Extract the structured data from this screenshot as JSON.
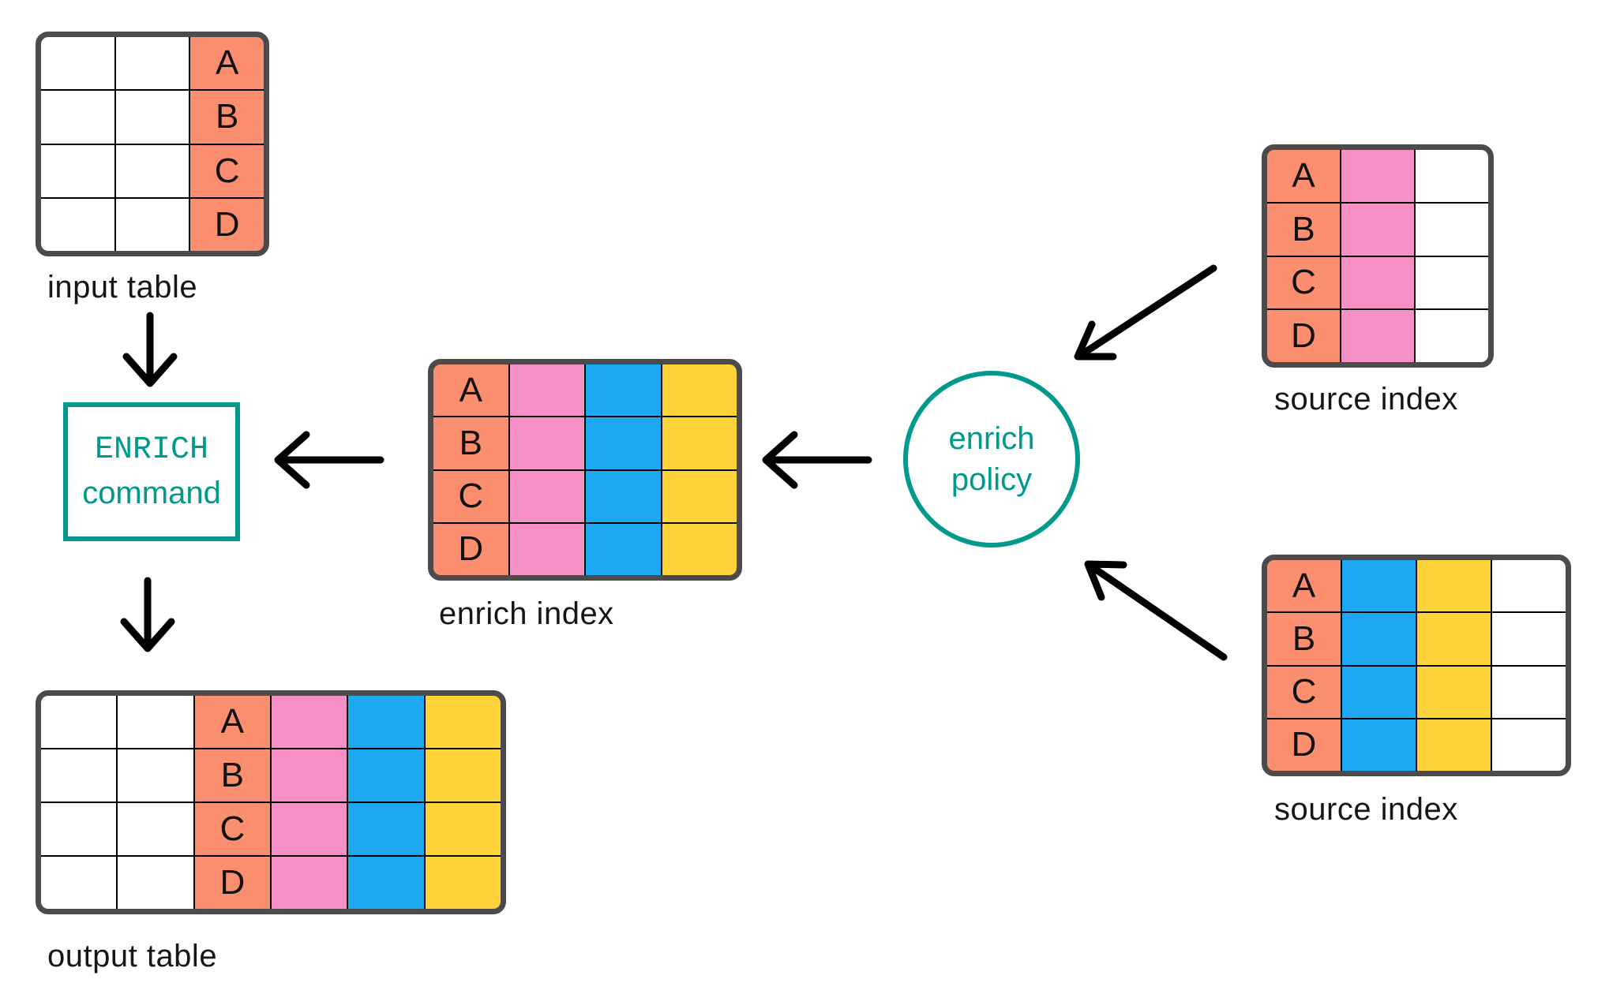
{
  "letters": [
    "A",
    "B",
    "C",
    "D"
  ],
  "tables": {
    "input_table": {
      "label": "input table",
      "rows": 4,
      "columns": [
        "empty",
        "empty",
        "key-salmon"
      ],
      "key_values": [
        "A",
        "B",
        "C",
        "D"
      ]
    },
    "enrich_index": {
      "label": "enrich index",
      "rows": 4,
      "columns": [
        "key-salmon",
        "pink",
        "blue",
        "yellow"
      ],
      "key_values": [
        "A",
        "B",
        "C",
        "D"
      ]
    },
    "source_index_top": {
      "label": "source index",
      "rows": 4,
      "columns": [
        "key-salmon",
        "pink",
        "empty"
      ],
      "key_values": [
        "A",
        "B",
        "C",
        "D"
      ]
    },
    "source_index_bottom": {
      "label": "source index",
      "rows": 4,
      "columns": [
        "key-salmon",
        "blue",
        "yellow",
        "empty"
      ],
      "key_values": [
        "A",
        "B",
        "C",
        "D"
      ]
    },
    "output_table": {
      "label": "output table",
      "rows": 4,
      "columns": [
        "empty",
        "empty",
        "key-salmon",
        "pink",
        "blue",
        "yellow"
      ],
      "key_values": [
        "A",
        "B",
        "C",
        "D"
      ]
    }
  },
  "nodes": {
    "enrich_command": {
      "line1": "ENRICH",
      "line2": "command"
    },
    "enrich_policy": {
      "line1": "enrich",
      "line2": "policy"
    }
  },
  "arrows": [
    {
      "name": "input-table-to-enrich-command",
      "direction": "down"
    },
    {
      "name": "enrich-index-to-enrich-command",
      "direction": "left"
    },
    {
      "name": "enrich-command-to-output-table",
      "direction": "down"
    },
    {
      "name": "enrich-policy-to-enrich-index",
      "direction": "left"
    },
    {
      "name": "source-index-top-to-enrich-policy",
      "direction": "down-left"
    },
    {
      "name": "source-index-bottom-to-enrich-policy",
      "direction": "up-left"
    }
  ],
  "colors": {
    "salmon": "#fb8e6e",
    "pink": "#f78fc7",
    "blue": "#1ca9f2",
    "yellow": "#fdd23a",
    "teal": "#00998b",
    "table_border": "#4b4b4b",
    "grid_line": "#000000",
    "arrow": "#000000",
    "text": "#161616",
    "background": "#ffffff"
  }
}
